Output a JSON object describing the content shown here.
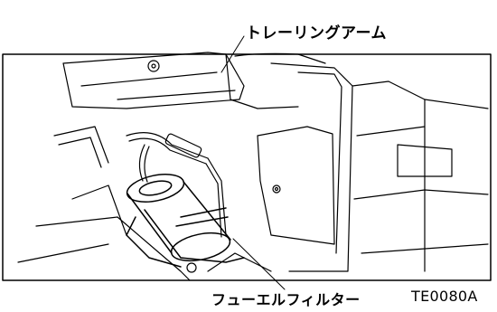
{
  "labels": {
    "trailing_arm": "トレーリングアーム",
    "fuel_filter": "フューエルフィルター",
    "figure_code": "TE0080A"
  },
  "colors": {
    "ink": "#000000",
    "paper": "#ffffff"
  }
}
